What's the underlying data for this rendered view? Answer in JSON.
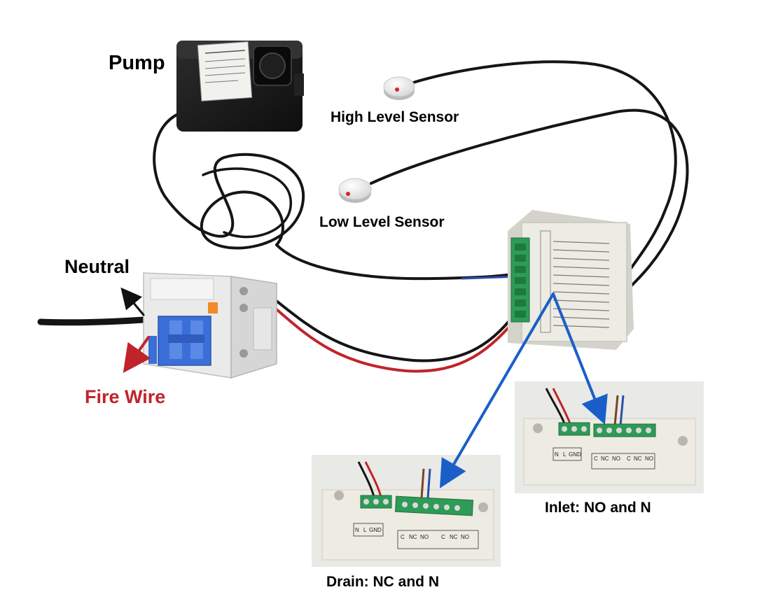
{
  "labels": {
    "pump": "Pump",
    "high_level_sensor": "High Level Sensor",
    "low_level_sensor": "Low Level Sensor",
    "neutral": "Neutral",
    "fire_wire": "Fire Wire",
    "inlet": "Inlet: NO and N",
    "drain": "Drain: NC and N"
  },
  "panel_markings": {
    "n": "N",
    "l": "L",
    "gnd": "GND",
    "c": "C",
    "nc": "NC",
    "no": "NO"
  },
  "colors": {
    "fire_wire": "#c0242a",
    "neutral_wire": "#2b4fa8",
    "arrow_blue": "#1a5fc8",
    "terminal_green": "#2e9b57",
    "controller_body": "#ecebe4",
    "pump_body": "#1b1b1b",
    "breaker_blue": "#3a6fd8"
  },
  "icons": {
    "pump": "pump-icon",
    "sensor": "level-sensor-icon",
    "breaker": "circuit-breaker-icon",
    "controller": "controller-module-icon"
  }
}
